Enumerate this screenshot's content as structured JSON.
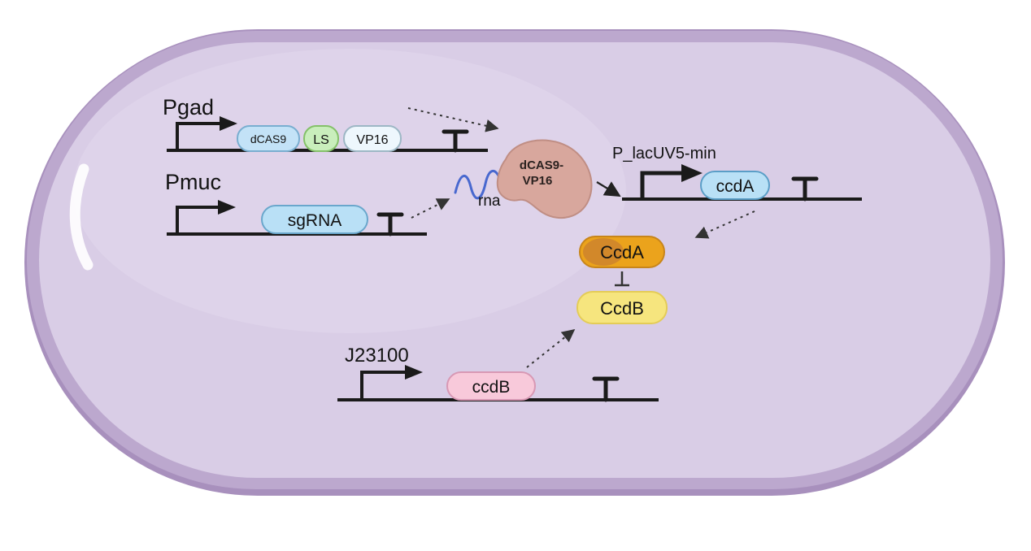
{
  "diagram": {
    "constructs": {
      "pgad": {
        "promoter_label": "Pgad",
        "genes": [
          "dCAS9",
          "LS",
          "VP16"
        ]
      },
      "pmuc": {
        "promoter_label": "Pmuc",
        "genes": [
          "sgRNA"
        ]
      },
      "placuv5": {
        "promoter_label": "P_lacUV5-min",
        "genes": [
          "ccdA"
        ]
      },
      "j23100": {
        "promoter_label": "J23100",
        "genes": [
          "ccdB"
        ]
      }
    },
    "molecules": {
      "complex_line1": "dCAS9-",
      "complex_line2": "VP16",
      "rna_label": "rna",
      "ccda_protein": "CcdA",
      "ccdb_protein": "CcdB"
    },
    "colors": {
      "cell_outer": "#a890bd",
      "cell_rim": "#bca8ce",
      "cell_fill": "#d9cde6",
      "cell_inner_light": "#e2d8ec",
      "gene_dcas9": "#c3e2f7",
      "gene_ls": "#c9eebc",
      "gene_vp16": "#eef7fd",
      "gene_sgrna": "#b9e0f6",
      "gene_ccda": "#b9e0f6",
      "gene_ccdb": "#f8c9da",
      "protein_complex": "#d8a79d",
      "protein_ccda": "#eba31c",
      "protein_ccda_dark": "#d2882a",
      "protein_ccdb": "#f6e57e",
      "rna_color": "#4868cf",
      "dna_line": "#1a1a1a"
    }
  }
}
